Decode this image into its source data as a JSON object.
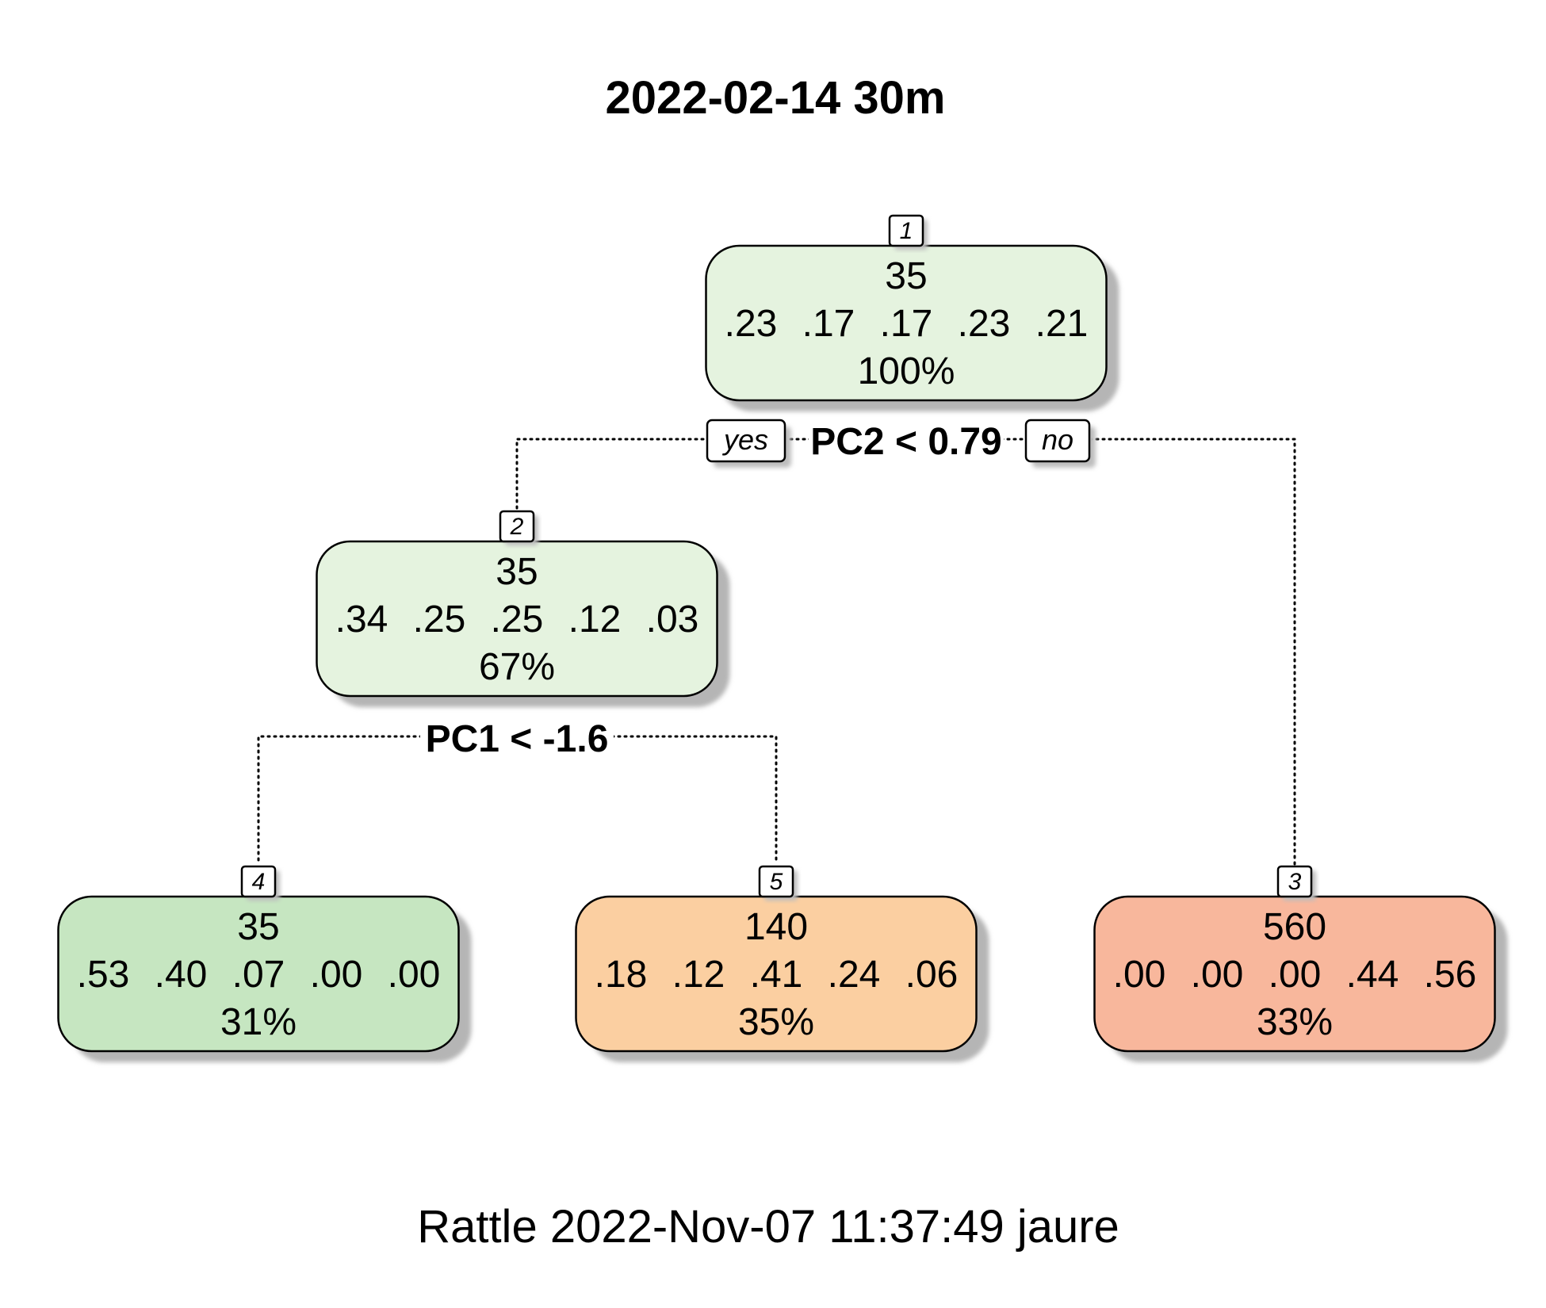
{
  "title": "2022-02-14 30m",
  "footer": "Rattle 2022-Nov-07 11:37:49 jaure",
  "branch_labels": {
    "yes": "yes",
    "no": "no"
  },
  "splits": [
    {
      "node": "1",
      "label": "PC2 < 0.79"
    },
    {
      "node": "2",
      "label": "PC1 < -1.6"
    }
  ],
  "nodes": [
    {
      "id": "1",
      "class": "35",
      "probs": [
        ".23",
        ".17",
        ".17",
        ".23",
        ".21"
      ],
      "percent": "100%",
      "color": "#e5f3df"
    },
    {
      "id": "2",
      "class": "35",
      "probs": [
        ".34",
        ".25",
        ".25",
        ".12",
        ".03"
      ],
      "percent": "67%",
      "color": "#e5f3df"
    },
    {
      "id": "3",
      "class": "560",
      "probs": [
        ".00",
        ".00",
        ".00",
        ".44",
        ".56"
      ],
      "percent": "33%",
      "color": "#f8b79c"
    },
    {
      "id": "4",
      "class": "35",
      "probs": [
        ".53",
        ".40",
        ".07",
        ".00",
        ".00"
      ],
      "percent": "31%",
      "color": "#c6e6c1"
    },
    {
      "id": "5",
      "class": "140",
      "probs": [
        ".18",
        ".12",
        ".41",
        ".24",
        ".06"
      ],
      "percent": "35%",
      "color": "#fbcfa1"
    }
  ]
}
